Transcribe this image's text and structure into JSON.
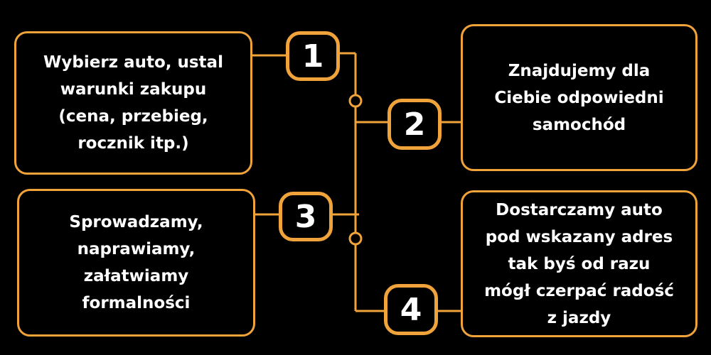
{
  "colors": {
    "accent": "#f0a33a",
    "background": "#000000",
    "text": "#ffffff"
  },
  "steps": [
    {
      "number": "1",
      "text": "Wybierz auto, ustal\nwarunki zakupu\n(cena, przebieg,\nrocznik itp.)"
    },
    {
      "number": "2",
      "text": "Znajdujemy dla\nCiebie odpowiedni\nsamochód"
    },
    {
      "number": "3",
      "text": "Sprowadzamy,\nnaprawiamy,\nzałatwiamy\nformalności"
    },
    {
      "number": "4",
      "text": "Dostarczamy auto\npod wskazany adres\ntak byś od razu\nmógł czerpać radość\nz jazdy"
    }
  ]
}
